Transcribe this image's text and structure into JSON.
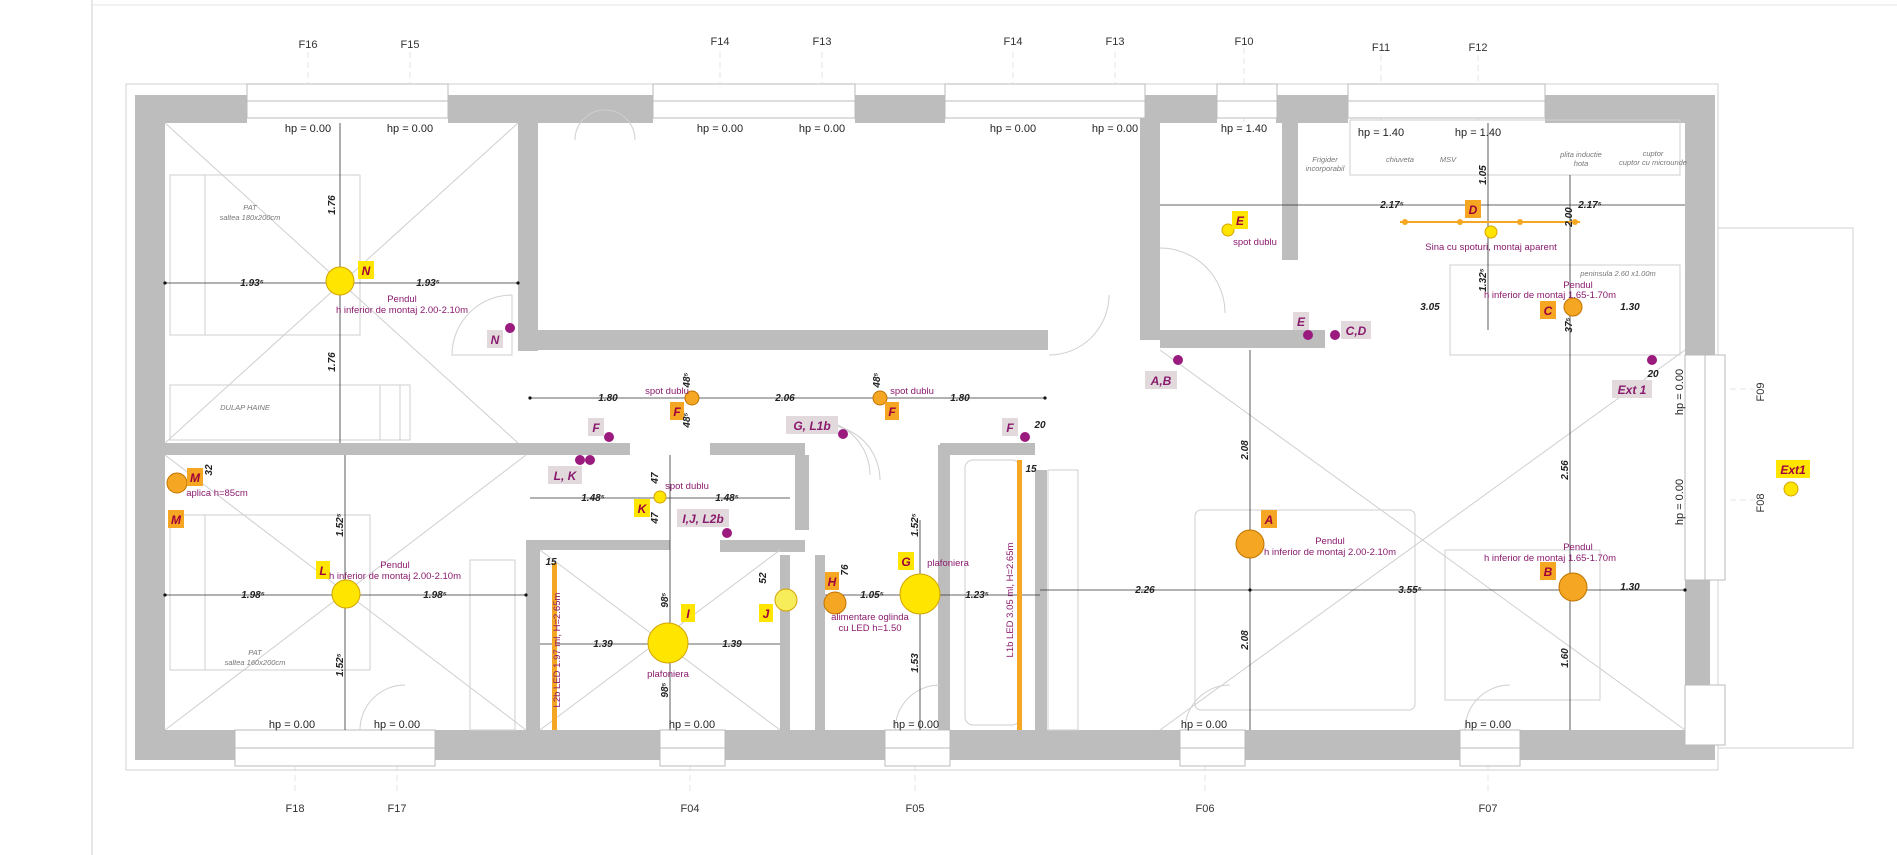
{
  "axes": {
    "F16": "F16",
    "F15": "F15",
    "F14": "F14",
    "F13": "F13",
    "F10": "F10",
    "F11": "F11",
    "F12": "F12",
    "F09": "F09",
    "F08": "F08",
    "F18": "F18",
    "F17": "F17",
    "F04": "F04",
    "F05": "F05",
    "F06": "F06",
    "F07": "F07"
  },
  "hp": {
    "v000": "hp =  0.00",
    "v140": "hp =  1.40",
    "side": "hp = 0.00"
  },
  "codes": {
    "A": "A",
    "B": "B",
    "C": "C",
    "D": "D",
    "E": "E",
    "F": "F",
    "G": "G",
    "H": "H",
    "I": "I",
    "J": "J",
    "K": "K",
    "L": "L",
    "M": "M",
    "N": "N",
    "CD": "C,D",
    "AB": "A,B",
    "GL1b": "G, L1b",
    "LK": "L, K",
    "IJL2b": "I,J, L2b",
    "Ext1s": "Ext 1",
    "Ext1": "Ext1"
  },
  "notes": {
    "pendul": "Pendul",
    "h200": "h inferior de montaj 2.00-2.10m",
    "h165": "h inferior de montaj 1.65-1.70m",
    "spot_dublu": "spot dublu",
    "sina": "Sina cu spoturi, montaj aparent",
    "plafoniera": "plafoniera",
    "aplica": "aplica h=85cm",
    "alim1": "alimentare oglinda",
    "alim2": "cu LED h=1.50",
    "l2b": "L2b LED 1.97 ml, H=2.65m",
    "l1b": "L1b LED 3.05 ml, H=2.65m"
  },
  "furniture": {
    "pat": "PAT",
    "pat1": "saltea 180x200cm",
    "pat2": "saltea 160x200cm",
    "dulap": "DULAP HAINE",
    "frigider": "Frigider",
    "incorporabil": "incorporabil",
    "chiuveta": "chiuveta",
    "msv": "MSV",
    "plita": "plita inductie",
    "plita2": "hota",
    "cuptor": "cuptor",
    "cuptor2": "cuptor cu microunde",
    "peninsula": "peninsula 2.60 x1.00m"
  },
  "dims": {
    "d176": "1.76",
    "d193": "1.93⁵",
    "d180": "1.80",
    "d206": "2.06",
    "d48": "48⁵",
    "d148": "1.48⁵",
    "d47": "47",
    "d152": "1.52⁵",
    "d198": "1.98⁵",
    "d32": "32",
    "d139": "1.39",
    "d98": "98⁵",
    "d52": "52",
    "d76": "76",
    "d105": "1.05⁵",
    "d123": "1.23⁵",
    "d153": "1.53",
    "d15": "15",
    "d20": "20",
    "d226": "2.26",
    "d208": "2.08",
    "d355": "3.55⁵",
    "d256": "2.56",
    "d130": "1.30",
    "d160": "1.60",
    "d217": "2.17⁵",
    "d200": "2.00",
    "d105b": "1.05",
    "d132": "1.32⁵",
    "d37": "37⁵",
    "d305": "3.05"
  }
}
